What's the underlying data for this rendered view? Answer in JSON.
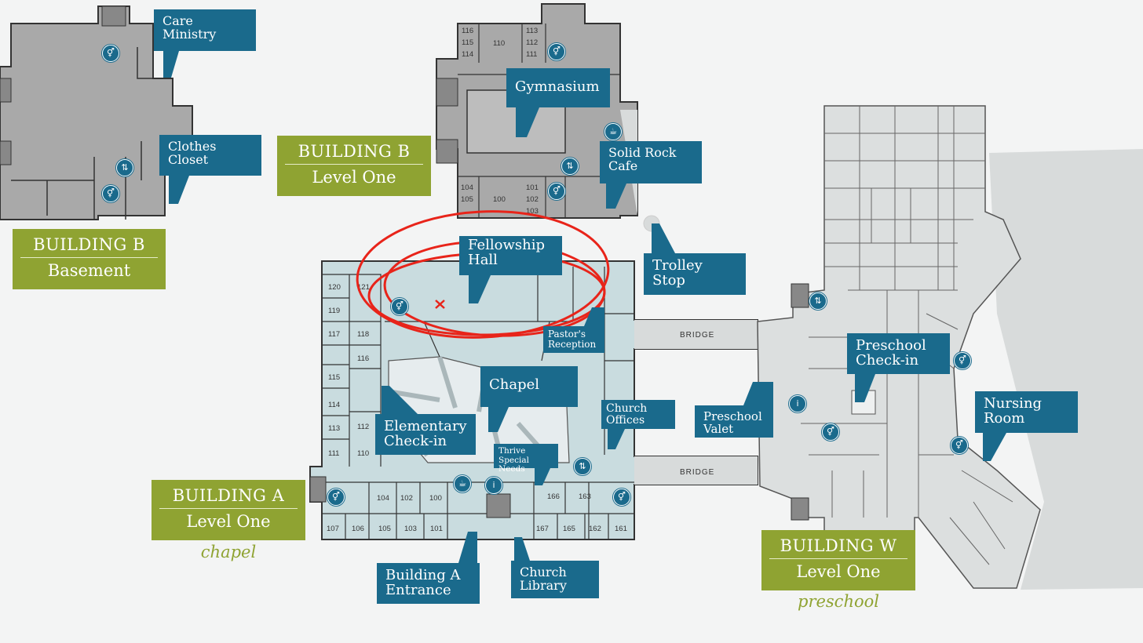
{
  "buildings": {
    "b_basement": {
      "line1": "BUILDING B",
      "line2": "Basement"
    },
    "b_level_one": {
      "line1": "BUILDING B",
      "line2": "Level One"
    },
    "a_level_one": {
      "line1": "BUILDING A",
      "line2": "Level One",
      "sub": "chapel"
    },
    "w_level_one": {
      "line1": "BUILDING W",
      "line2": "Level One",
      "sub": "preschool"
    }
  },
  "callouts": {
    "care_ministry": "Care\nMinistry",
    "clothes_closet": "Clothes\nCloset",
    "gymnasium": "Gymnasium",
    "solid_rock_cafe": "Solid Rock\nCafe",
    "trolley_stop": "Trolley\nStop",
    "fellowship_hall": "Fellowship\nHall",
    "pastors_reception": "Pastor's\nReception",
    "chapel": "Chapel",
    "elementary_checkin": "Elementary\nCheck-in",
    "church_offices": "Church\nOffices",
    "thrive": "Thrive\nSpecial Needs",
    "building_a_entrance": "Building A\nEntrance",
    "church_library": "Church\nLibrary",
    "preschool_checkin": "Preschool\nCheck-in",
    "preschool_valet": "Preschool\nValet",
    "nursing_room": "Nursing\nRoom"
  },
  "bridges": {
    "upper": "BRIDGE",
    "lower": "BRIDGE"
  },
  "rooms": {
    "b1": [
      "116",
      "115",
      "114",
      "110",
      "113",
      "112",
      "111",
      "104",
      "105",
      "100",
      "101",
      "102",
      "103"
    ],
    "a_west": [
      "120",
      "121",
      "119",
      "118",
      "117",
      "116",
      "115",
      "114",
      "113",
      "112",
      "111",
      "110"
    ],
    "a_south_top": [
      "104",
      "102",
      "100",
      "166",
      "163"
    ],
    "a_south_bottom": [
      "107",
      "106",
      "105",
      "103",
      "101",
      "167",
      "165",
      "162",
      "161"
    ]
  },
  "icons": {
    "restroom": "restroom-icon",
    "elevator": "elevator-icon",
    "info": "info-icon",
    "cafe": "coffee-icon"
  },
  "colors": {
    "callout": "#1a6a8c",
    "building_label": "#8fa332",
    "building_b_floor": "#a9a9a9",
    "building_a_floor": "#c9dcdf",
    "building_w_floor": "#dcdfdf",
    "annotation": "#e8241a"
  }
}
